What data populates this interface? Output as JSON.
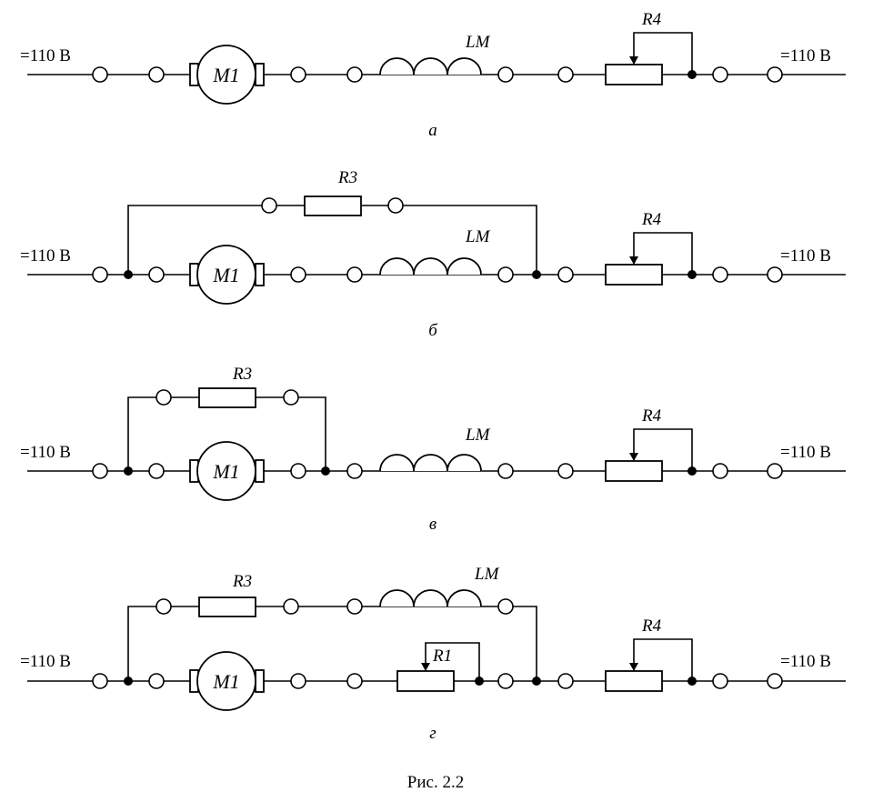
{
  "supply": "=110 В",
  "labels": {
    "motor": "M1",
    "inductor": "LM",
    "r1": "R1",
    "r3": "R3",
    "r4": "R4"
  },
  "diagrams": [
    {
      "id": "a",
      "caption": "а"
    },
    {
      "id": "b",
      "caption": "б"
    },
    {
      "id": "v",
      "caption": "в"
    },
    {
      "id": "g",
      "caption": "г"
    }
  ],
  "figure_caption": "Рис. 2.2"
}
